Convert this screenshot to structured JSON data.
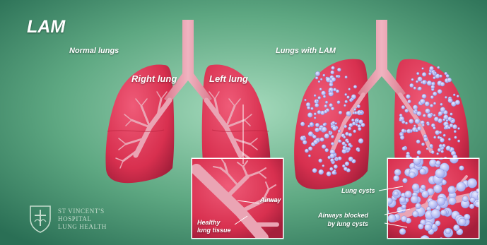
{
  "title": "LAM",
  "panels": {
    "normal_label": "Normal lungs",
    "lam_label": "Lungs with LAM"
  },
  "lung_labels": {
    "right": "Right lung",
    "left": "Left lung"
  },
  "insets": {
    "normal": {
      "airway": "Airway",
      "healthy_line1": "Healthy",
      "healthy_line2": "lung tissue"
    },
    "lam": {
      "cysts": "Lung cysts",
      "blocked_line1": "Airways blocked",
      "blocked_line2": "by lung cysts"
    }
  },
  "logo": {
    "line1": "ST VINCENT'S",
    "line2": "HOSPITAL",
    "line3": "LUNG HEALTH"
  },
  "colors": {
    "background": "#7fc3a0",
    "lung": "#e03b5c",
    "airway": "#e9a6b3",
    "cyst": "#b9bff5",
    "inset_border": "#ffffff"
  }
}
